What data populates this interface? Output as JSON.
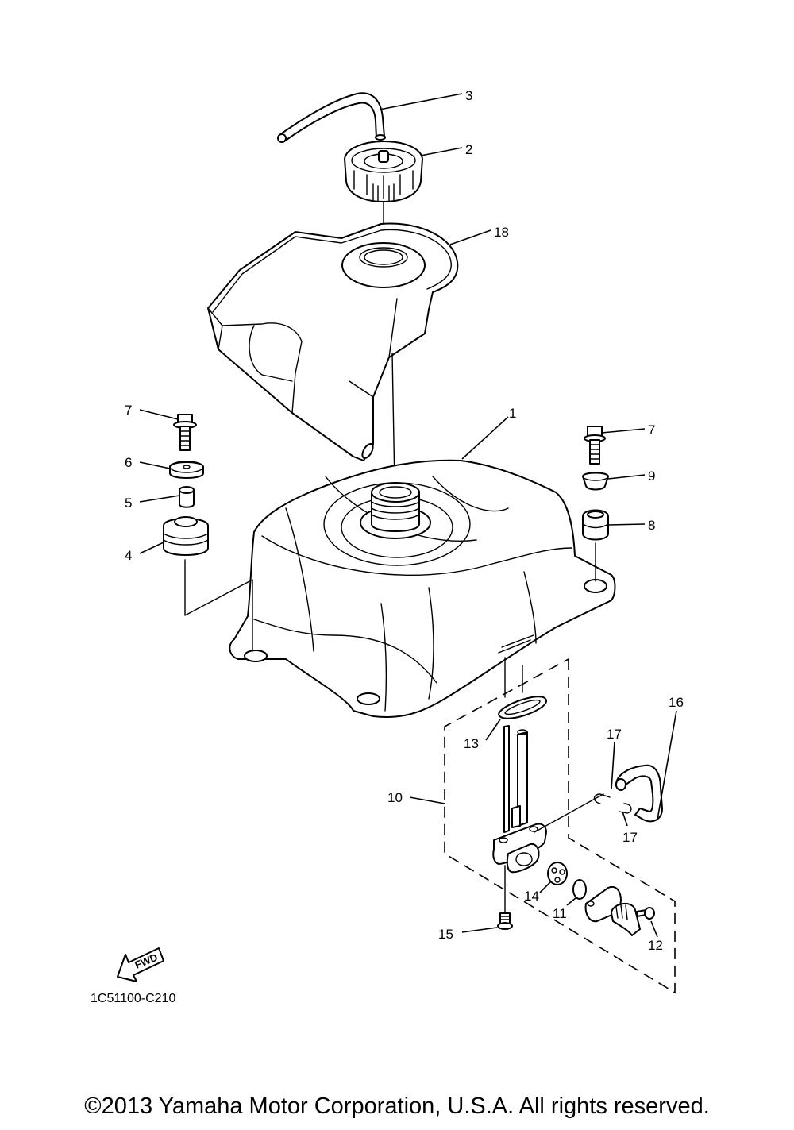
{
  "diagram": {
    "part_code": "1C51100-C210",
    "fwd_label": "FWD",
    "callouts": {
      "c1": "1",
      "c2": "2",
      "c3": "3",
      "c4": "4",
      "c5": "5",
      "c6": "6",
      "c7a": "7",
      "c7b": "7",
      "c8": "8",
      "c9": "9",
      "c10": "10",
      "c11": "11",
      "c12": "12",
      "c13": "13",
      "c14": "14",
      "c15": "15",
      "c16": "16",
      "c17a": "17",
      "c17b": "17",
      "c18": "18"
    }
  },
  "footer": {
    "copyright": "©2013 Yamaha Motor Corporation, U.S.A. All rights reserved."
  }
}
